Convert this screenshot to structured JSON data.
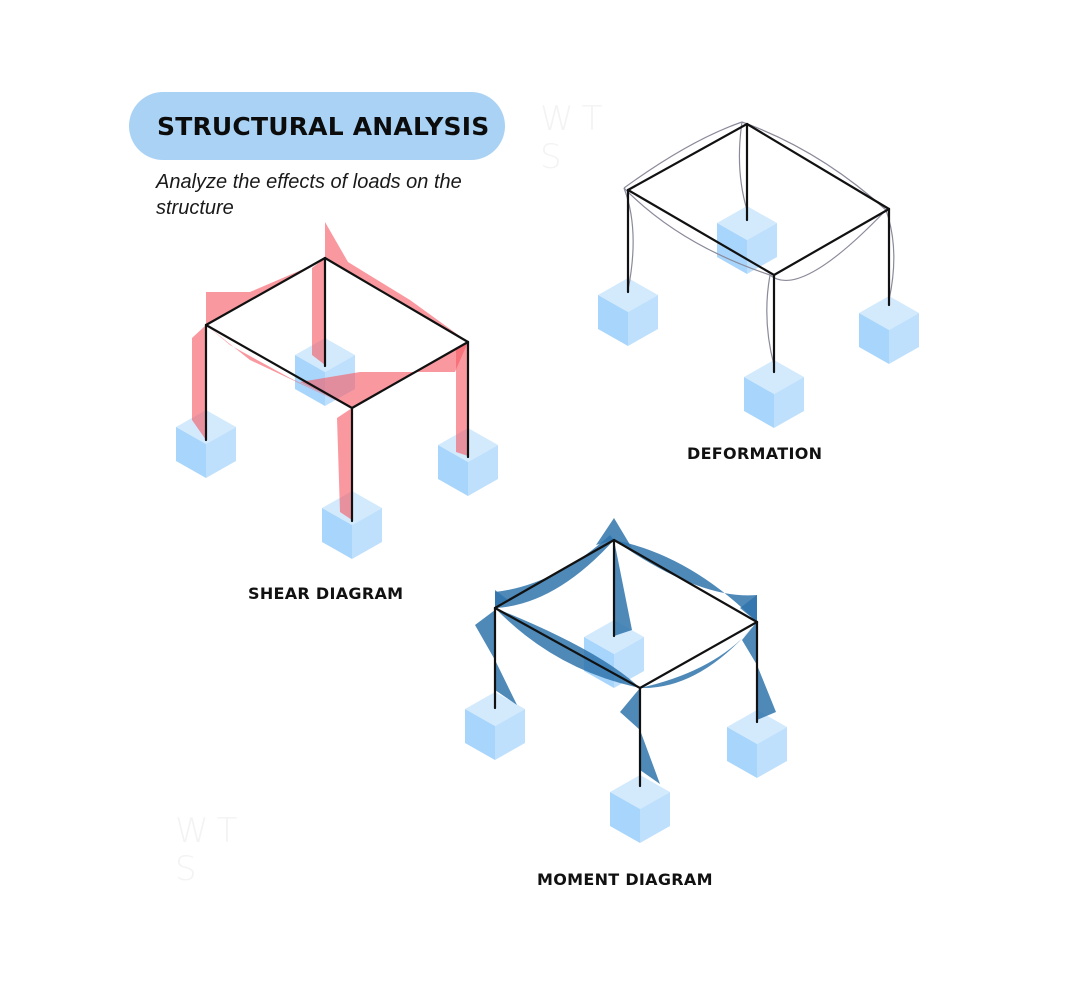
{
  "title": "STRUCTURAL ANALYSIS",
  "subtitle": "Analyze the effects of loads on the structure",
  "watermark": {
    "line1": "WT",
    "line2": "S"
  },
  "diagrams": {
    "shear": {
      "label": "SHEAR DIAGRAM"
    },
    "deformation": {
      "label": "DEFORMATION"
    },
    "moment": {
      "label": "MOMENT DIAGRAM"
    }
  },
  "colors": {
    "title_pill": "#a9d2f5",
    "footing": "#a8d5fb",
    "shear": "#f55a64",
    "moment": "#2f74ab",
    "frame": "#111111",
    "deflection": "#8a8a9a"
  }
}
